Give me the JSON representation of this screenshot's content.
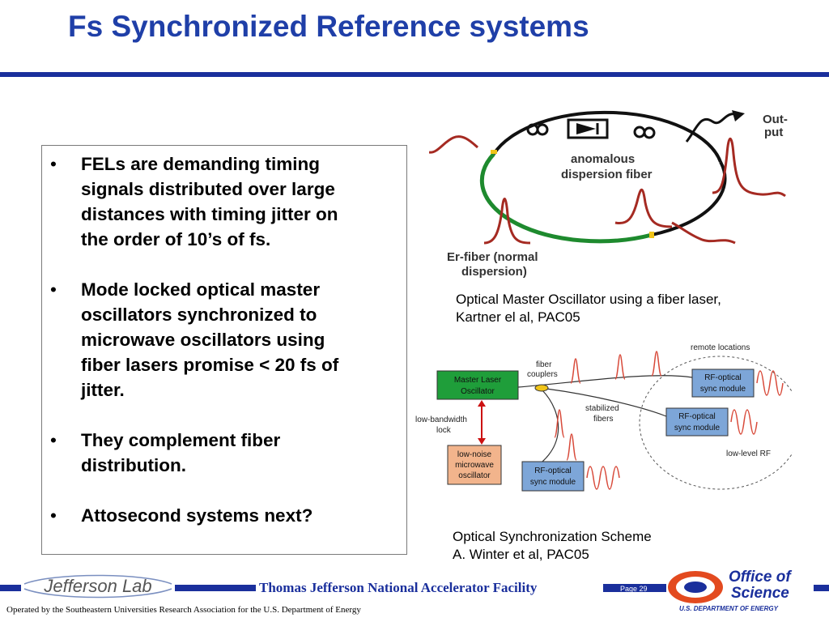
{
  "title": "Fs Synchronized Reference systems",
  "bullets": [
    {
      "lines": [
        "FELs  are demanding timing",
        "signals distributed over large",
        "distances with timing jitter on",
        "the order of 10’s  of fs."
      ]
    },
    {
      "lines": [
        "Mode locked optical master",
        "oscillators synchronized to",
        "microwave oscillators using",
        "fiber lasers promise < 20 fs of",
        "jitter."
      ]
    },
    {
      "lines": [
        "They complement fiber",
        "distribution."
      ]
    },
    {
      "lines": [
        "Attosecond systems next?"
      ]
    }
  ],
  "bullet_marker": "•",
  "figure1": {
    "labels": {
      "output_1": "Out-",
      "output_2": "put",
      "anomalous_1": "anomalous",
      "anomalous_2": "dispersion fiber",
      "erfiber_1": "Er-fiber (normal",
      "erfiber_2": "dispersion)"
    },
    "caption": [
      "Optical Master Oscillator using a fiber laser,",
      "Kartner el al, PAC05"
    ]
  },
  "figure2": {
    "labels": {
      "remote": "remote locations",
      "master_1": "Master Laser",
      "master_2": "Oscillator",
      "couplers_1": "fiber",
      "couplers_2": "couplers",
      "stabilized_1": "stabilized",
      "stabilized_2": "fibers",
      "lowbw_1": "low-bandwidth",
      "lowbw_2": "lock",
      "noise_1": "low-noise",
      "noise_2": "microwave",
      "noise_3": "oscillator",
      "rf1_1": "RF-optical",
      "rf1_2": "sync module",
      "rf2_1": "RF-optical",
      "rf2_2": "sync module",
      "rf3_1": "RF-optical",
      "rf3_2": "sync module",
      "lowlevel": "low-level RF"
    },
    "caption": [
      "Optical Synchronization Scheme",
      "A. Winter et al, PAC05"
    ]
  },
  "footer": {
    "lab_logo": "Jefferson Lab",
    "facility": "Thomas Jefferson National Accelerator Facility",
    "page": "Page 29",
    "doe_1": "Office of",
    "doe_2": "Science",
    "doe_3": "U.S. DEPARTMENT OF ENERGY",
    "operated": "Operated by the Southeastern Universities Research Association for the U.S. Department of  Energy"
  },
  "colors": {
    "title": "#1f3fa8",
    "rule": "#1a2f9c",
    "pulse": "#a52a22",
    "green_fiber": "#1e8a2e",
    "box_blue": "#7da6d8",
    "box_green": "#1f9e3a",
    "box_orange": "#f2b48c"
  }
}
